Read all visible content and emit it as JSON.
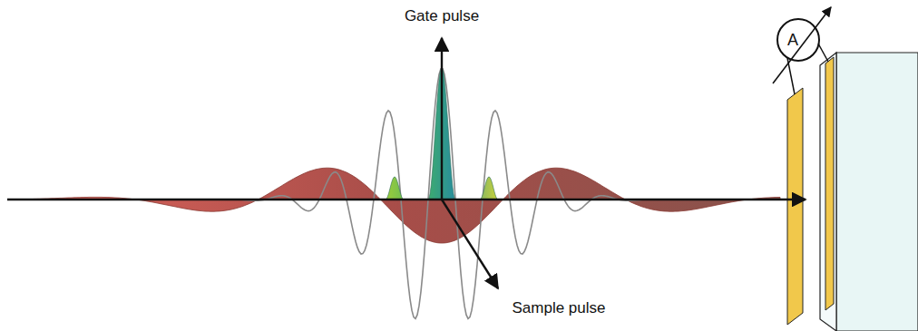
{
  "diagram": {
    "nodes": [
      {
        "text": [
          "A"
        ]
      }
    ],
    "labels": [
      "Gate pulse",
      "Sample pulse"
    ]
  }
}
